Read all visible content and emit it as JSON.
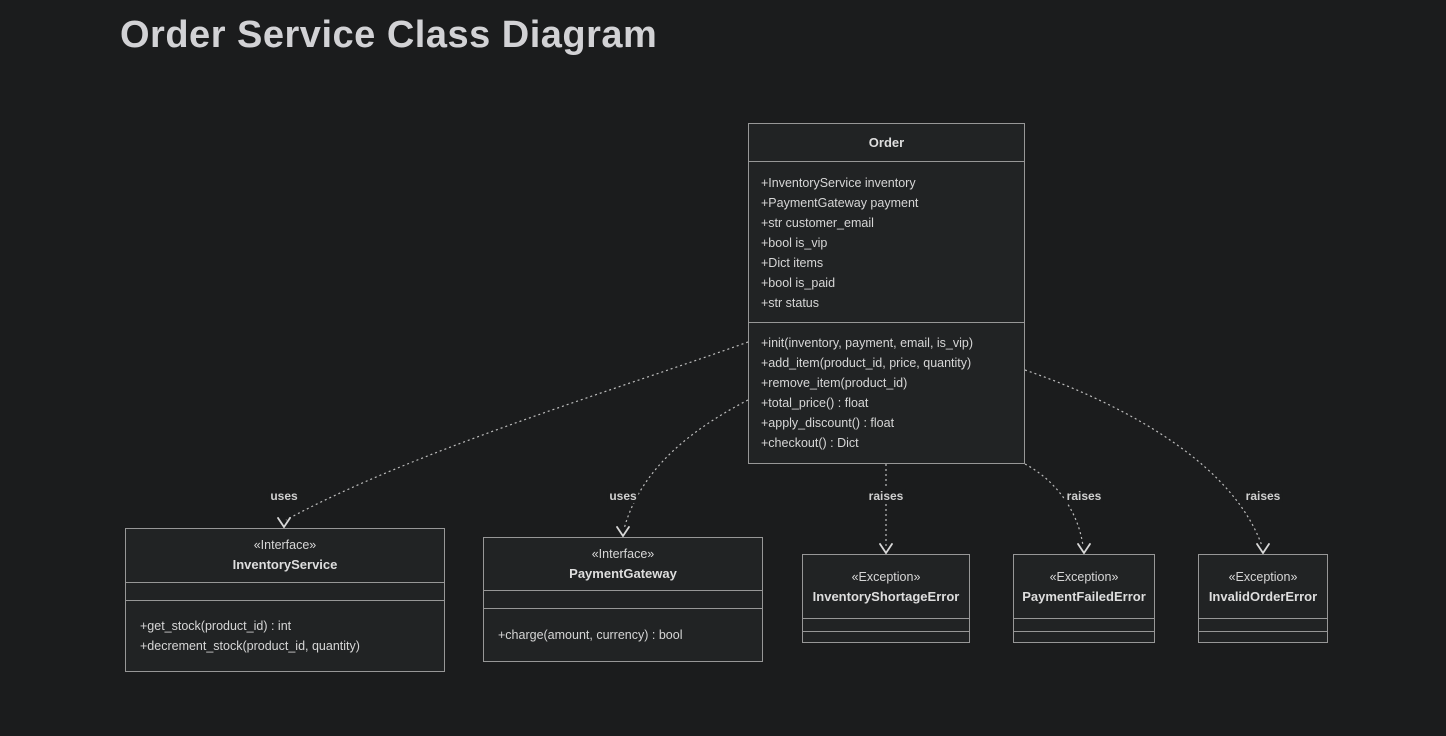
{
  "title": "Order Service Class Diagram",
  "classes": {
    "order": {
      "name": "Order",
      "attributes": [
        "+InventoryService inventory",
        "+PaymentGateway payment",
        "+str customer_email",
        "+bool is_vip",
        "+Dict items",
        "+bool is_paid",
        "+str status"
      ],
      "methods": [
        "+init(inventory, payment, email, is_vip)",
        "+add_item(product_id, price, quantity)",
        "+remove_item(product_id)",
        "+total_price() : float",
        "+apply_discount() : float",
        "+checkout() : Dict"
      ]
    },
    "inventory_service": {
      "stereotype": "«Interface»",
      "name": "InventoryService",
      "methods": [
        "+get_stock(product_id) : int",
        "+decrement_stock(product_id, quantity)"
      ]
    },
    "payment_gateway": {
      "stereotype": "«Interface»",
      "name": "PaymentGateway",
      "methods": [
        "+charge(amount, currency) : bool"
      ]
    },
    "inventory_shortage_error": {
      "stereotype": "«Exception»",
      "name": "InventoryShortageError"
    },
    "payment_failed_error": {
      "stereotype": "«Exception»",
      "name": "PaymentFailedError"
    },
    "invalid_order_error": {
      "stereotype": "«Exception»",
      "name": "InvalidOrderError"
    }
  },
  "edges": [
    {
      "from": "Order",
      "to": "InventoryService",
      "label": "uses"
    },
    {
      "from": "Order",
      "to": "PaymentGateway",
      "label": "uses"
    },
    {
      "from": "Order",
      "to": "InventoryShortageError",
      "label": "raises"
    },
    {
      "from": "Order",
      "to": "PaymentFailedError",
      "label": "raises"
    },
    {
      "from": "Order",
      "to": "InvalidOrderError",
      "label": "raises"
    }
  ],
  "colors": {
    "background": "#1b1c1d",
    "node_fill": "#212324",
    "node_border": "#979797",
    "text": "#d6d6d6",
    "edge": "#bdbdbd"
  }
}
